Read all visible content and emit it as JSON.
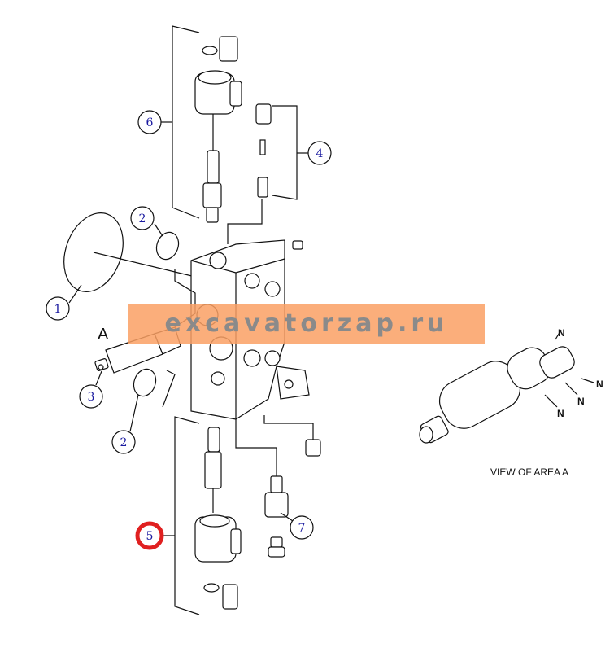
{
  "diagram": {
    "area_label": "A",
    "view_label": "VIEW OF AREA A",
    "note_marker": "N",
    "watermark": "excavatorzap.ru",
    "highlight_color": "#e02020",
    "callout_color": "#1a1aa0",
    "callouts": [
      {
        "number": "6",
        "highlighted": false
      },
      {
        "number": "4",
        "highlighted": false
      },
      {
        "number": "2",
        "highlighted": false
      },
      {
        "number": "1",
        "highlighted": false
      },
      {
        "number": "3",
        "highlighted": false
      },
      {
        "number": "2",
        "highlighted": false
      },
      {
        "number": "5",
        "highlighted": true
      },
      {
        "number": "7",
        "highlighted": false
      }
    ]
  }
}
